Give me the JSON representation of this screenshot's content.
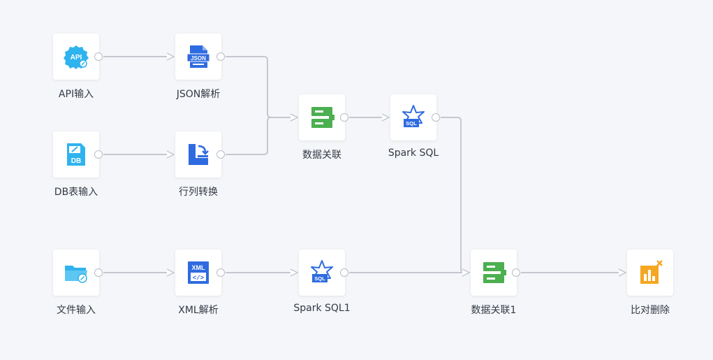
{
  "flow": {
    "nodes": [
      {
        "id": "api",
        "label": "API输入",
        "icon": "api-icon"
      },
      {
        "id": "json",
        "label": "JSON解析",
        "icon": "json-icon"
      },
      {
        "id": "db",
        "label": "DB表输入",
        "icon": "db-icon"
      },
      {
        "id": "pivot",
        "label": "行列转换",
        "icon": "pivot-icon"
      },
      {
        "id": "join1",
        "label": "数据关联",
        "icon": "data-join-icon"
      },
      {
        "id": "sql1",
        "label": "Spark SQL",
        "icon": "spark-sql-icon"
      },
      {
        "id": "file",
        "label": "文件输入",
        "icon": "folder-icon"
      },
      {
        "id": "xml",
        "label": "XML解析",
        "icon": "xml-icon"
      },
      {
        "id": "sql2",
        "label": "Spark SQL1",
        "icon": "spark-sql-icon"
      },
      {
        "id": "join2",
        "label": "数据关联1",
        "icon": "data-join-icon"
      },
      {
        "id": "cmp",
        "label": "比对删除",
        "icon": "compare-delete-icon"
      }
    ],
    "edges": [
      [
        "api",
        "json"
      ],
      [
        "json",
        "join1"
      ],
      [
        "db",
        "pivot"
      ],
      [
        "pivot",
        "join1"
      ],
      [
        "join1",
        "sql1"
      ],
      [
        "sql1",
        "join2"
      ],
      [
        "file",
        "xml"
      ],
      [
        "xml",
        "sql2"
      ],
      [
        "sql2",
        "join2"
      ],
      [
        "join2",
        "cmp"
      ]
    ],
    "colors": {
      "edge": "#c3c8d0",
      "blue": "#2f6be0",
      "cyan": "#2fb3ee",
      "green": "#4caf50",
      "orange": "#f5a623"
    }
  }
}
